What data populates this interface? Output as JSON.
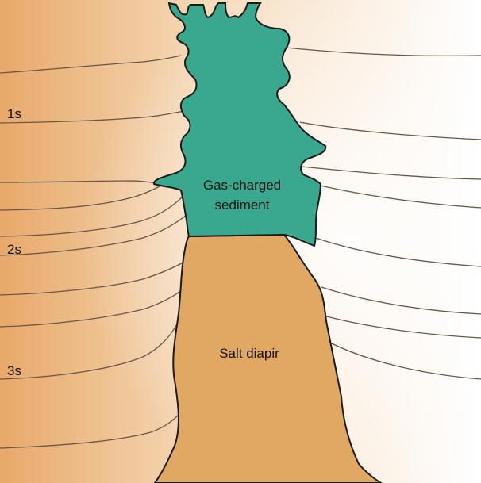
{
  "figure": {
    "time_markers": [
      "1s",
      "2s",
      "3s"
    ],
    "gas_label": [
      "Gas-charged",
      "sediment"
    ],
    "salt_label": "Salt diapir"
  },
  "colors": {
    "background_left": "#e8a868",
    "background_right": "#ffffff",
    "gas_fill": "#3aa88f",
    "salt_fill": "#e0a862",
    "horizon_stroke": "#6b5548",
    "outline": "#1a1a1a"
  }
}
